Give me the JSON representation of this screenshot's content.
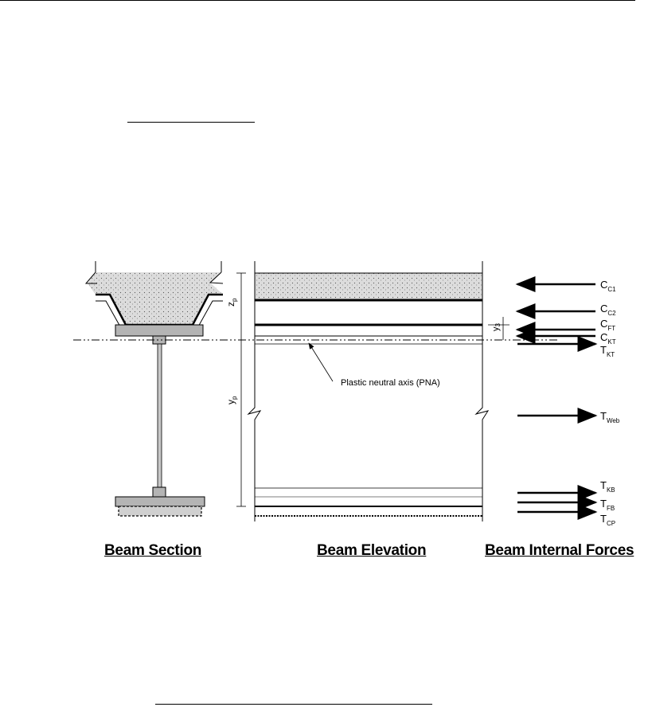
{
  "pna_label": "Plastic neutral axis (PNA)",
  "dimensions": {
    "zp": {
      "main": "z",
      "sub": "p"
    },
    "yp": {
      "main": "y",
      "sub": "p"
    },
    "y3": {
      "main": "y",
      "sub": "3"
    }
  },
  "forces": [
    {
      "main": "C",
      "sub": "C1",
      "direction": "compression"
    },
    {
      "main": "C",
      "sub": "C2",
      "direction": "compression"
    },
    {
      "main": "C",
      "sub": "FT",
      "direction": "compression"
    },
    {
      "main": "C",
      "sub": "KT",
      "direction": "compression"
    },
    {
      "main": "T",
      "sub": "KT",
      "direction": "tension"
    },
    {
      "main": "T",
      "sub": "Web",
      "direction": "tension"
    },
    {
      "main": "T",
      "sub": "KB",
      "direction": "tension"
    },
    {
      "main": "T",
      "sub": "FB",
      "direction": "tension"
    },
    {
      "main": "T",
      "sub": "CP",
      "direction": "tension"
    }
  ],
  "captions": {
    "section": "Beam Section",
    "elevation": "Beam Elevation",
    "forces": "Beam Internal Forces"
  },
  "colors": {
    "concrete_fill": "#dcdcdc",
    "steel_fill": "#b4b4b4",
    "line": "#000000"
  }
}
